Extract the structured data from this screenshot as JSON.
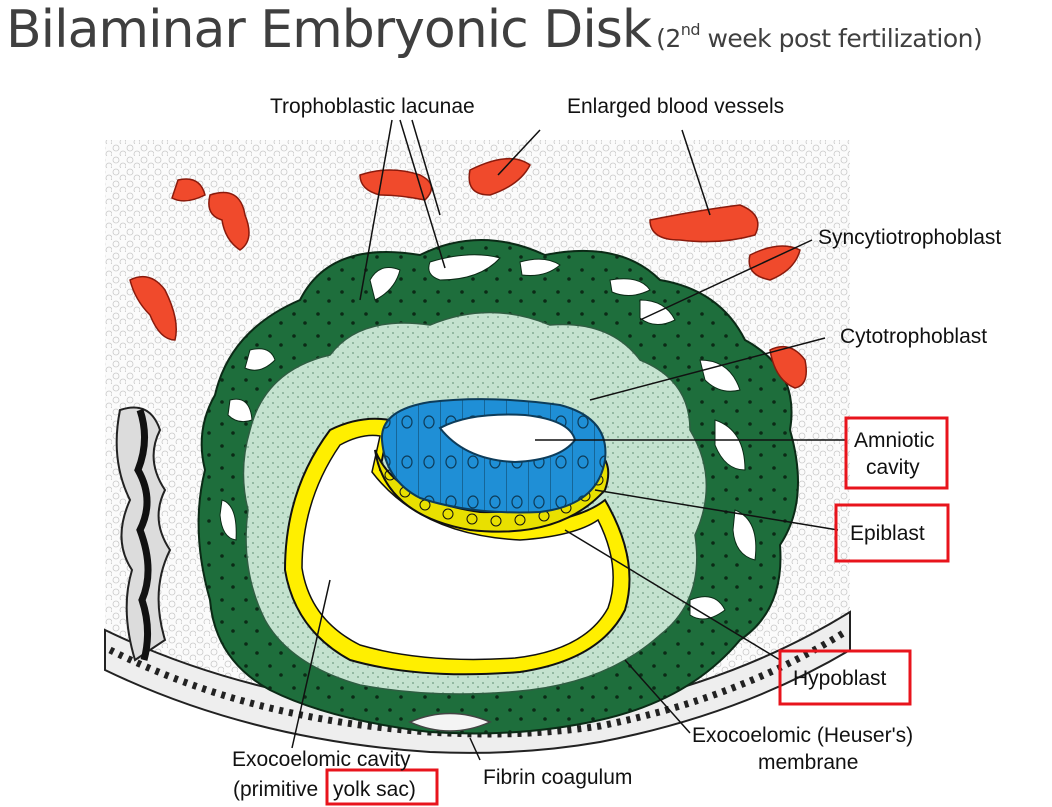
{
  "title": {
    "main": "Bilaminar Embryonic Disk",
    "sub_open": "(2",
    "sub_sup": "nd",
    "sub_rest": " week post fertilization)"
  },
  "labels": {
    "trophoblastic_lacunae": "Trophoblastic lacunae",
    "enlarged_blood_vessels": "Enlarged blood vessels",
    "syncytiotrophoblast": "Syncytiotrophoblast",
    "cytotrophoblast": "Cytotrophoblast",
    "amniotic_line1": "Amniotic",
    "amniotic_line2": "cavity",
    "epiblast": "Epiblast",
    "hypoblast": "Hypoblast",
    "exocoelomic_membrane_line1": "Exocoelomic (Heuser's)",
    "exocoelomic_membrane_line2": "membrane",
    "fibrin_coagulum": "Fibrin coagulum",
    "exocoelomic_cavity_line1": "Exocoelomic cavity",
    "exocoelomic_cavity_line2a": "(primitive ",
    "exocoelomic_cavity_line2b": "yolk sac)"
  },
  "colors": {
    "title_text": "#3f3f3f",
    "syncytiotrophoblast": "#1e6e3c",
    "cytotrophoblast": "#c4e2cf",
    "epiblast": "#1f8fd6",
    "hypoblast": "#e9e000",
    "yolk_sac_lining": "#ffef00",
    "blood_vessels": "#f04a2c",
    "highlight_box": "#e8141c",
    "endometrium": "#f3f3f3"
  }
}
